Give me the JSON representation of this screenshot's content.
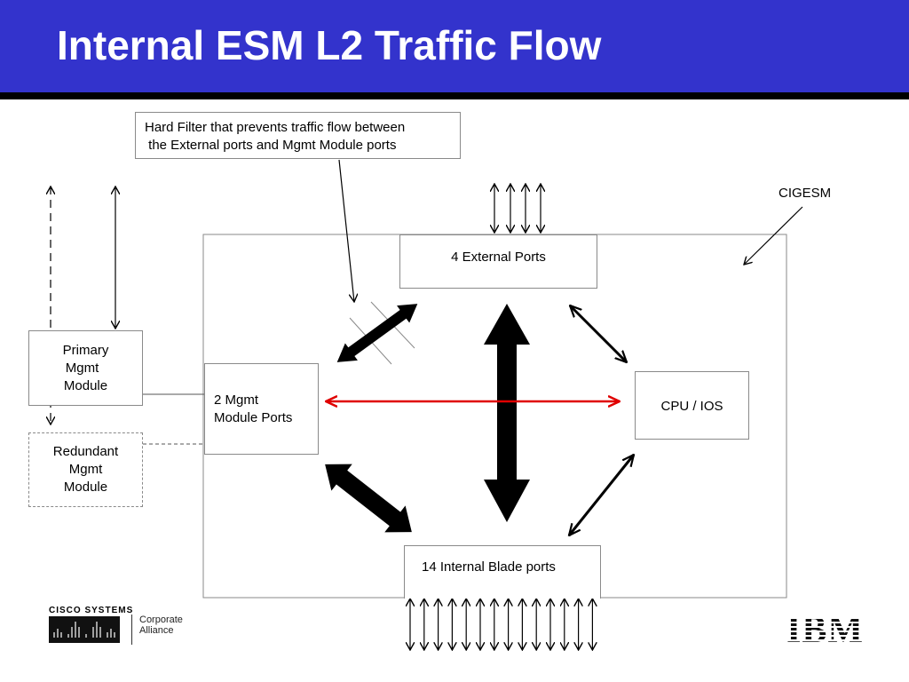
{
  "slide": {
    "title": "Internal ESM L2 Traffic Flow",
    "header_color": "#3333cc"
  },
  "diagram": {
    "callout": {
      "line1": "Hard Filter that prevents traffic flow between",
      "line2": " the External ports and Mgmt Module ports"
    },
    "cigesm_label": "CIGESM",
    "external_ports": "4 External Ports",
    "mgmt_ports": {
      "line1": "2 Mgmt",
      "line2": "Module Ports"
    },
    "cpu": "CPU / IOS",
    "internal_ports": "14 Internal Blade ports",
    "primary": {
      "line1": "Primary",
      "line2": "Mgmt",
      "line3": "Module"
    },
    "redundant": {
      "line1": "Redundant",
      "line2": "Mgmt",
      "line3": "Module"
    },
    "colors": {
      "blocked_flow": "#e00000",
      "flow": "#000000"
    }
  },
  "logos": {
    "cisco": {
      "name": "Cisco Systems",
      "line1": "Corporate",
      "line2": "Alliance"
    },
    "ibm": "IBM"
  }
}
